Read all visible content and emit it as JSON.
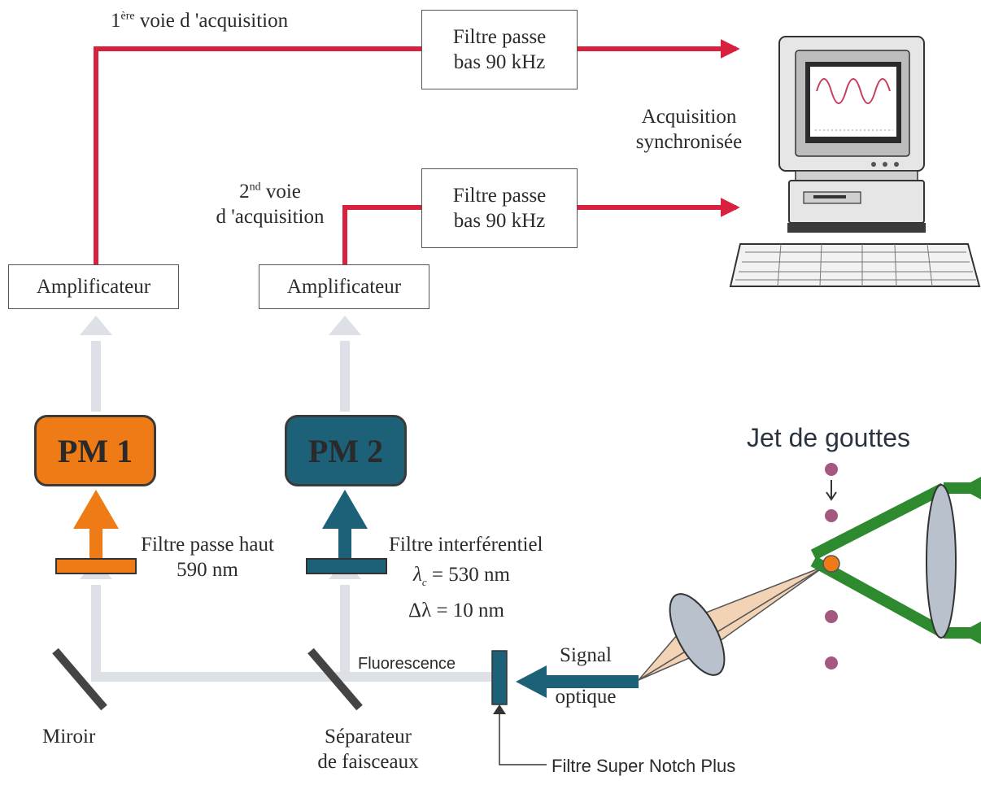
{
  "channel1": {
    "label_prefix": "1",
    "label_sup": "ère",
    "label_suffix": " voie d 'acquisition",
    "filter_line1": "Filtre passe",
    "filter_line2": "bas 90 kHz"
  },
  "channel2": {
    "label_prefix": "2",
    "label_sup": "nd",
    "label_line1_suffix": " voie",
    "label_line2": "d 'acquisition",
    "filter_line1": "Filtre passe",
    "filter_line2": "bas 90 kHz"
  },
  "acquisition": {
    "line1": "Acquisition",
    "line2": "synchronisée"
  },
  "amplifier1": "Amplificateur",
  "amplifier2": "Amplificateur",
  "pm1": "PM 1",
  "pm2": "PM 2",
  "filter_high": {
    "line1": "Filtre passe haut",
    "line2": "590 nm"
  },
  "filter_interf": {
    "line1": "Filtre interférentiel",
    "line2": "λ",
    "line2_sub": "c",
    "line2_rest": " = 530 nm",
    "line3": "Δλ = 10 nm"
  },
  "jet": "Jet de gouttes",
  "fluorescence": "Fluorescence",
  "signal": {
    "line1": "Signal",
    "line2": "optique"
  },
  "miroir": "Miroir",
  "separateur": {
    "line1": "Séparateur",
    "line2": "de faisceaux"
  },
  "notch": "Filtre Super Notch Plus",
  "colors": {
    "red": "#d8213f",
    "orange": "#ee7b16",
    "teal": "#1d6179",
    "green": "#2e8a2e",
    "beam": "#dde0e6",
    "drop": "#a4587f"
  }
}
